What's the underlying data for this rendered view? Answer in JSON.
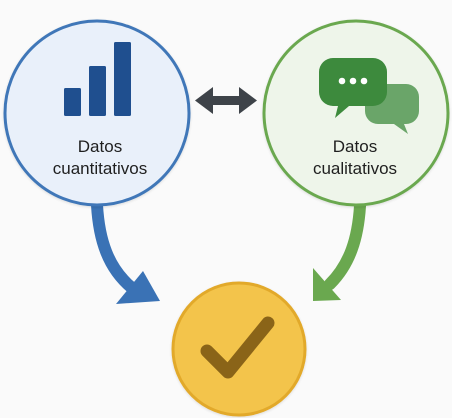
{
  "nodes": {
    "quantitative": {
      "line1": "Datos",
      "line2": "cuantitativos",
      "fill": "#e9f0fa",
      "stroke": "#3f77b8",
      "icon": "bar-chart-icon",
      "icon_color": "#1f4f8f"
    },
    "qualitative": {
      "line1": "Datos",
      "line2": "cualitativos",
      "fill": "#eef5ea",
      "stroke": "#6aa84f",
      "icon": "chat-bubbles-icon",
      "icon_color": "#3d8a3d"
    },
    "result": {
      "fill": "#f3c44b",
      "stroke": "#e2a92a",
      "icon": "checkmark-icon",
      "icon_color": "#8a6418"
    }
  },
  "connectors": {
    "bidirectional_color": "#3e4349",
    "quant_arrow_color": "#3a72b5",
    "qual_arrow_color": "#6aa84f"
  }
}
